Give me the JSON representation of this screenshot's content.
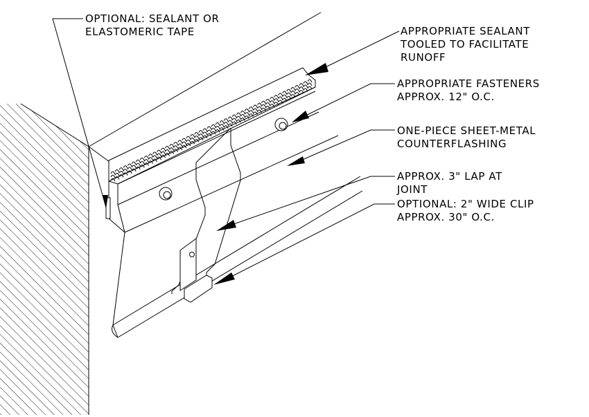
{
  "callouts": {
    "sealant_tape": {
      "lines": [
        "OPTIONAL:  SEALANT OR",
        "ELASTOMERIC TAPE"
      ]
    },
    "appropriate_sealant": {
      "lines": [
        "APPROPRIATE SEALANT",
        "TOOLED TO FACILITATE",
        "RUNOFF"
      ]
    },
    "fasteners": {
      "lines": [
        "APPROPRIATE FASTENERS",
        "APPROX. 12\" O.C."
      ]
    },
    "counterflashing": {
      "lines": [
        "ONE-PIECE SHEET-METAL",
        "COUNTERFLASHING"
      ]
    },
    "lap": {
      "lines": [
        "APPROX. 3\" LAP AT",
        "JOINT"
      ]
    },
    "clip": {
      "lines": [
        "OPTIONAL: 2\" WIDE CLIP",
        "APPROX. 30\" O.C."
      ]
    }
  }
}
